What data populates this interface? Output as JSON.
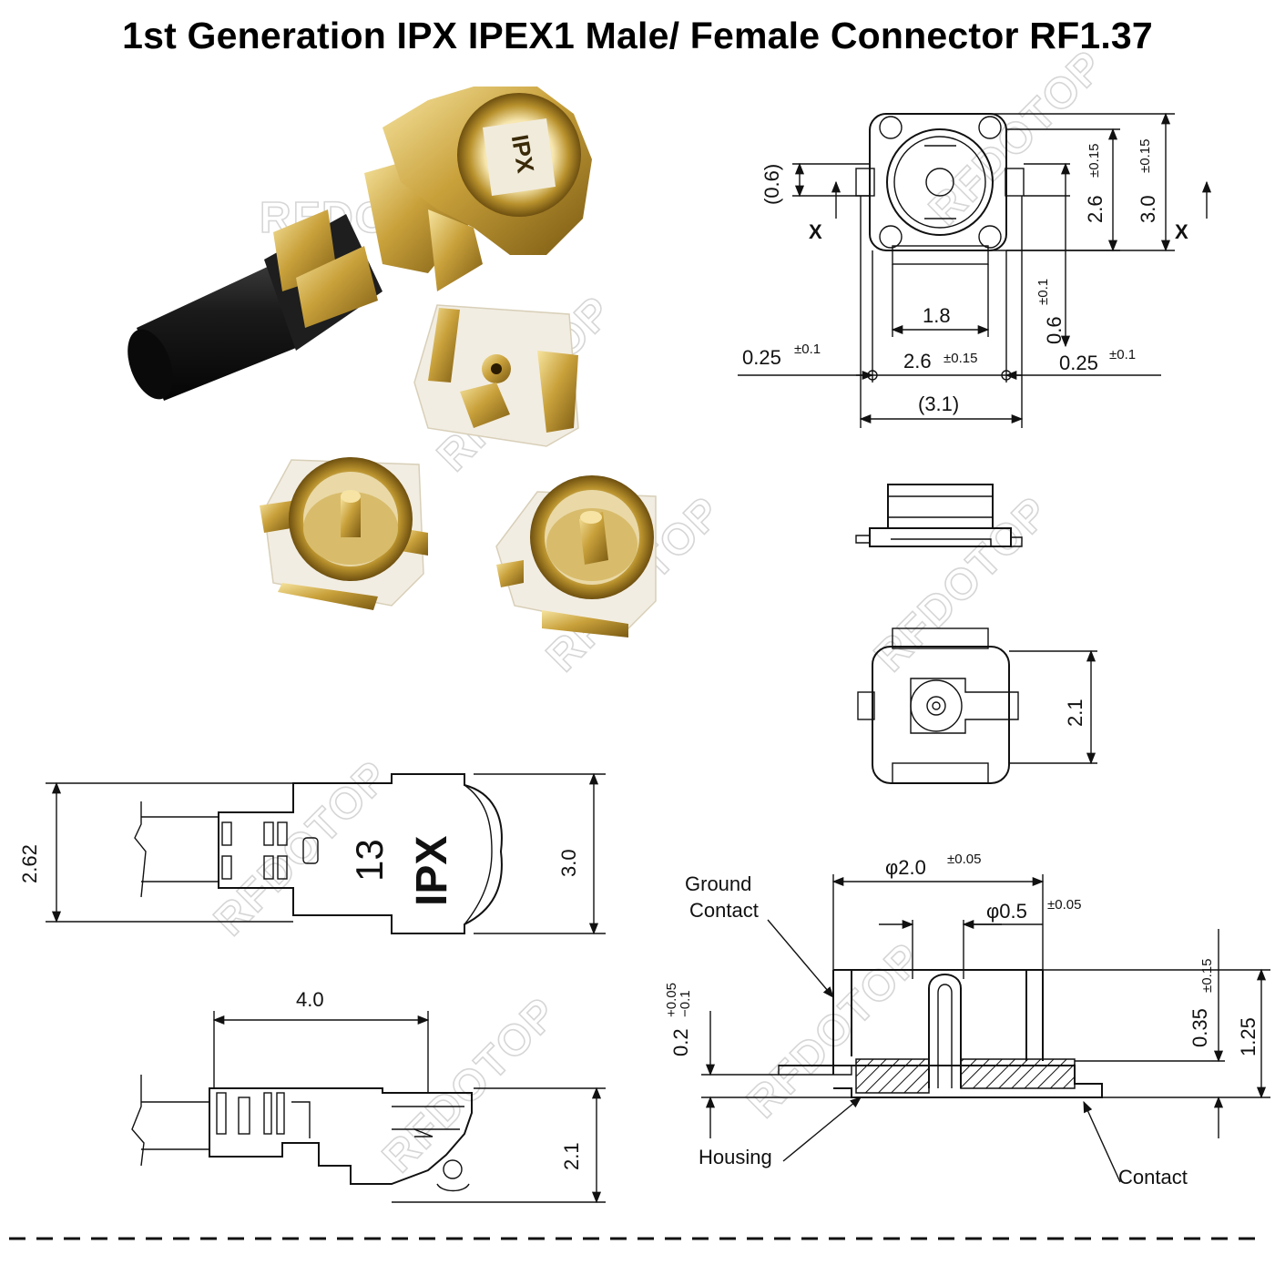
{
  "title": "1st Generation IPX IPEX1 Male/ Female Connector RF1.37",
  "watermark": "RFDOTOP",
  "plug_marking": {
    "brand": "IPX",
    "code": "13"
  },
  "top_view": {
    "height_outer": "3.0",
    "height_outer_tol": "±0.15",
    "height_inner": "2.6",
    "height_inner_tol": "±0.15",
    "pad_width": "(0.6)",
    "section_mark": "X",
    "pad_gap": "0.6",
    "pad_gap_tol": "±0.1",
    "inner_width": "1.8",
    "left_pad": "0.25",
    "left_pad_tol": "±0.1",
    "body_width": "2.6",
    "body_width_tol": "±0.15",
    "right_pad": "0.25",
    "right_pad_tol": "±0.1",
    "overall_width": "(3.1)"
  },
  "bottom_view": {
    "height": "2.1"
  },
  "plug_top": {
    "left_height": "2.62",
    "right_height": "3.0"
  },
  "plug_side": {
    "length": "4.0",
    "height": "2.1"
  },
  "cross_section": {
    "outer_dia": "φ2.0",
    "outer_dia_tol": "±0.05",
    "pin_dia": "φ0.5",
    "pin_dia_tol": "±0.05",
    "base": "0.2",
    "base_tol_plus": "+0.05",
    "base_tol_minus": "−0.1",
    "mid": "0.35",
    "mid_tol": "±0.15",
    "total": "1.25",
    "label_ground_1": "Ground",
    "label_ground_2": "Contact",
    "label_housing": "Housing",
    "label_contact": "Contact"
  },
  "colors": {
    "gold": "#c9a13b",
    "gold_dark": "#8a6a1a",
    "gold_light": "#f1d98a",
    "housing": "#f3ede0",
    "cable": "#141414"
  }
}
